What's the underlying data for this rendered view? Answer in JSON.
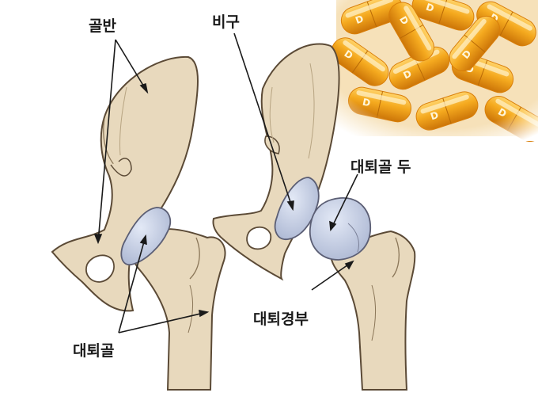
{
  "labels": {
    "pelvis": "골반",
    "acetabulum": "비구",
    "femoral_head": "대퇴골 두",
    "femoral_neck": "대퇴경부",
    "femur": "대퇴골"
  },
  "capsules": {
    "letter": "D",
    "count": 11
  },
  "colors": {
    "bone": "#e8d9bd",
    "bone_outline": "#5b4a36",
    "cartilage": "#c9d2e6",
    "capsule": "#f2a81e",
    "capsule_dark": "#d97f0a"
  }
}
